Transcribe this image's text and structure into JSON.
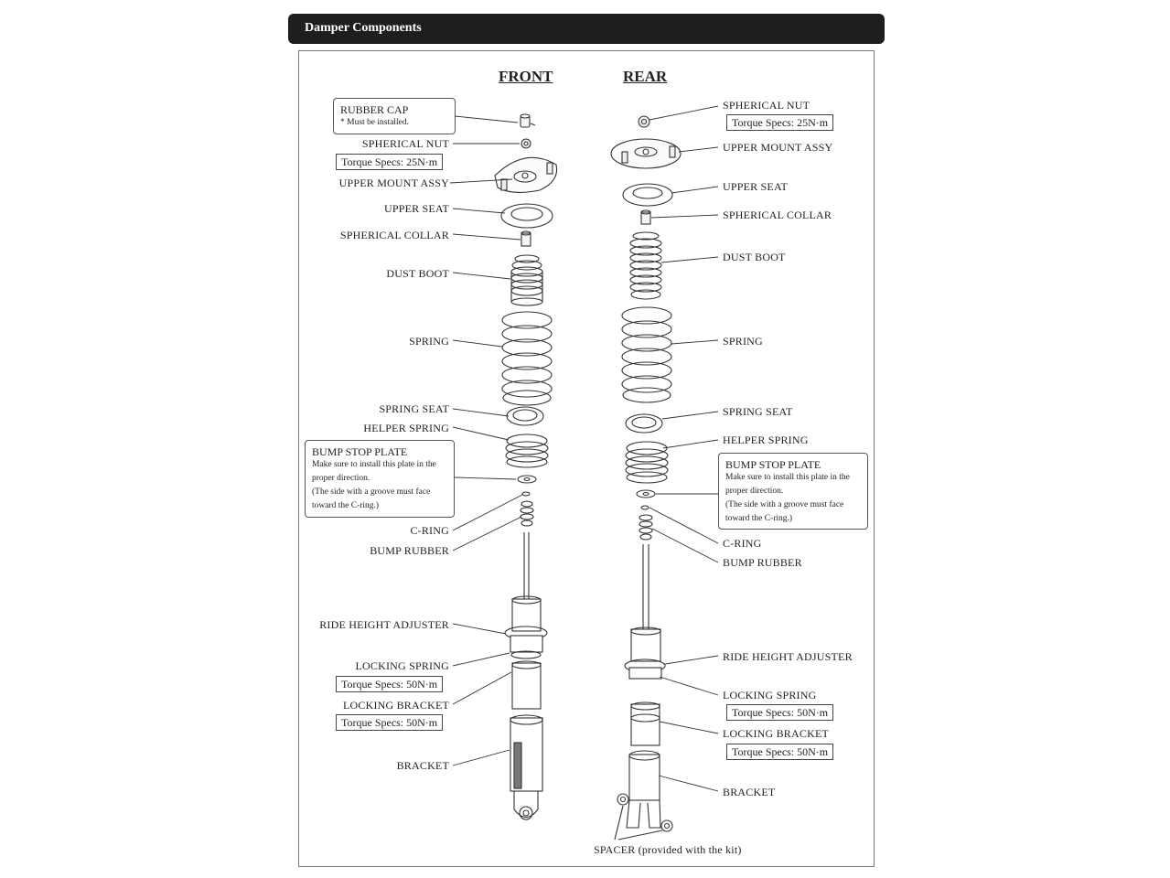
{
  "section_title": "Damper Components",
  "front": {
    "heading": "FRONT",
    "rubber_cap": {
      "label": "RUBBER CAP",
      "note": "* Must be installed."
    },
    "spherical_nut": "SPHERICAL NUT",
    "spherical_nut_torque": "Torque Specs: 25N·m",
    "upper_mount": "UPPER MOUNT ASSY",
    "upper_seat": "UPPER SEAT",
    "spherical_collar": "SPHERICAL COLLAR",
    "dust_boot": "DUST BOOT",
    "spring": "SPRING",
    "spring_seat": "SPRING SEAT",
    "helper_spring": "HELPER SPRING",
    "bump_stop": {
      "label": "BUMP STOP PLATE",
      "lines": [
        "Make sure to install this plate in the",
        "proper direction.",
        "(The side with a groove must face",
        " toward the C-ring.)"
      ]
    },
    "c_ring": "C-RING",
    "bump_rubber": "BUMP RUBBER",
    "ride_height": "RIDE HEIGHT ADJUSTER",
    "locking_spring": "LOCKING SPRING",
    "locking_spring_torque": "Torque Specs: 50N·m",
    "locking_bracket": "LOCKING BRACKET",
    "locking_bracket_torque": "Torque Specs: 50N·m",
    "bracket": "BRACKET"
  },
  "rear": {
    "heading": "REAR",
    "spherical_nut": "SPHERICAL NUT",
    "spherical_nut_torque": "Torque Specs: 25N·m",
    "upper_mount": "UPPER MOUNT ASSY",
    "upper_seat": "UPPER SEAT",
    "spherical_collar": "SPHERICAL COLLAR",
    "dust_boot": "DUST BOOT",
    "spring": "SPRING",
    "spring_seat": "SPRING SEAT",
    "helper_spring": "HELPER SPRING",
    "bump_stop": {
      "label": "BUMP STOP PLATE",
      "lines": [
        "Make sure to install this plate in the",
        "proper direction.",
        "(The side with a groove must face",
        " toward the C-ring.)"
      ]
    },
    "c_ring": "C-RING",
    "bump_rubber": "BUMP RUBBER",
    "ride_height": "RIDE HEIGHT ADJUSTER",
    "locking_spring": "LOCKING SPRING",
    "locking_spring_torque": "Torque Specs: 50N·m",
    "locking_bracket": "LOCKING BRACKET",
    "locking_bracket_torque": "Torque Specs: 50N·m",
    "bracket": "BRACKET",
    "spacer": "SPACER (provided with the kit)"
  }
}
